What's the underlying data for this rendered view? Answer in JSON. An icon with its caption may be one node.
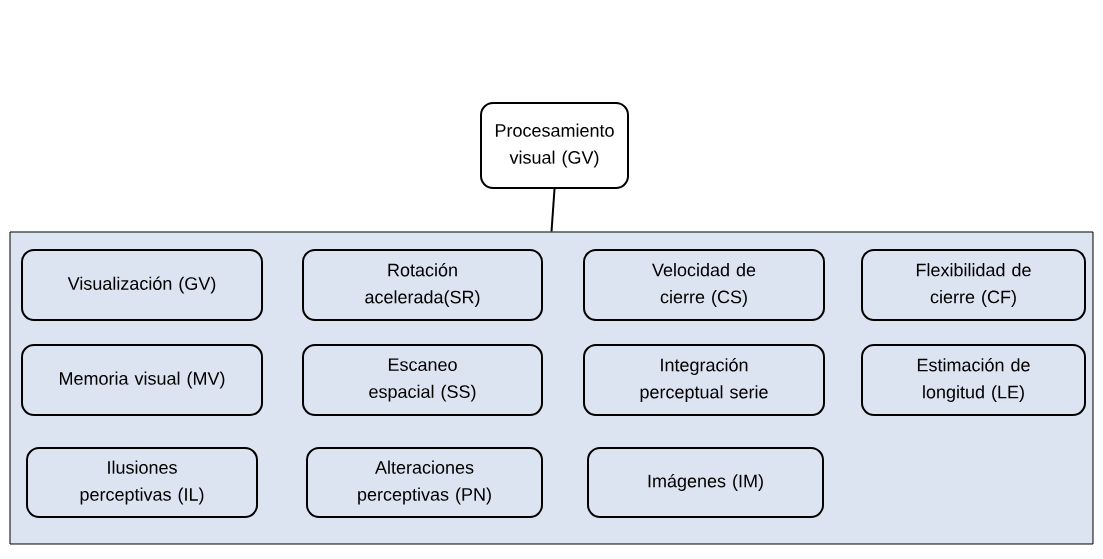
{
  "diagram": {
    "nodes": [
      {
        "text": [
          "Procesamiento visual (GV)"
        ]
      },
      {
        "text": [],
        "shape": "box"
      },
      {
        "text": [
          "Visualización (GV)"
        ],
        "in": 1
      },
      {
        "text": [
          "Rotación acelerada(SR)"
        ],
        "in": 1
      },
      {
        "text": [
          "Velocidad de cierre (CS)"
        ],
        "in": 1
      },
      {
        "text": [
          "Flexibilidad de cierre (CF)"
        ],
        "in": 1
      },
      {
        "text": [
          "Memoria visual (MV)"
        ],
        "in": 1
      },
      {
        "text": [
          "Escaneo espacial (SS)"
        ],
        "in": 1
      },
      {
        "text": [
          "Integración perceptual serie"
        ],
        "in": 1
      },
      {
        "text": [
          "Estimación de longitud (LE)"
        ],
        "in": 1
      },
      {
        "text": [
          "Ilusiones perceptivas (IL)"
        ],
        "in": 1
      },
      {
        "text": [
          "Alteraciones perceptivas (PN)"
        ],
        "in": 1
      },
      {
        "text": [
          "Imágenes (IM)"
        ],
        "in": 1
      }
    ],
    "edges": [
      {
        "from": 0,
        "to": 1,
        "arrow": "none"
      }
    ]
  }
}
